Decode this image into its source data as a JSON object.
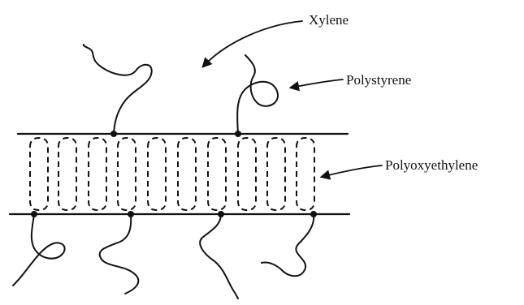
{
  "diagram": {
    "labels": {
      "xylene": "Xylene",
      "polystyrene": "Polystyrene",
      "polyoxyethylene": "Polyoxyethylene"
    },
    "colors": {
      "ink": "#111111",
      "background": "#ffffff"
    }
  }
}
